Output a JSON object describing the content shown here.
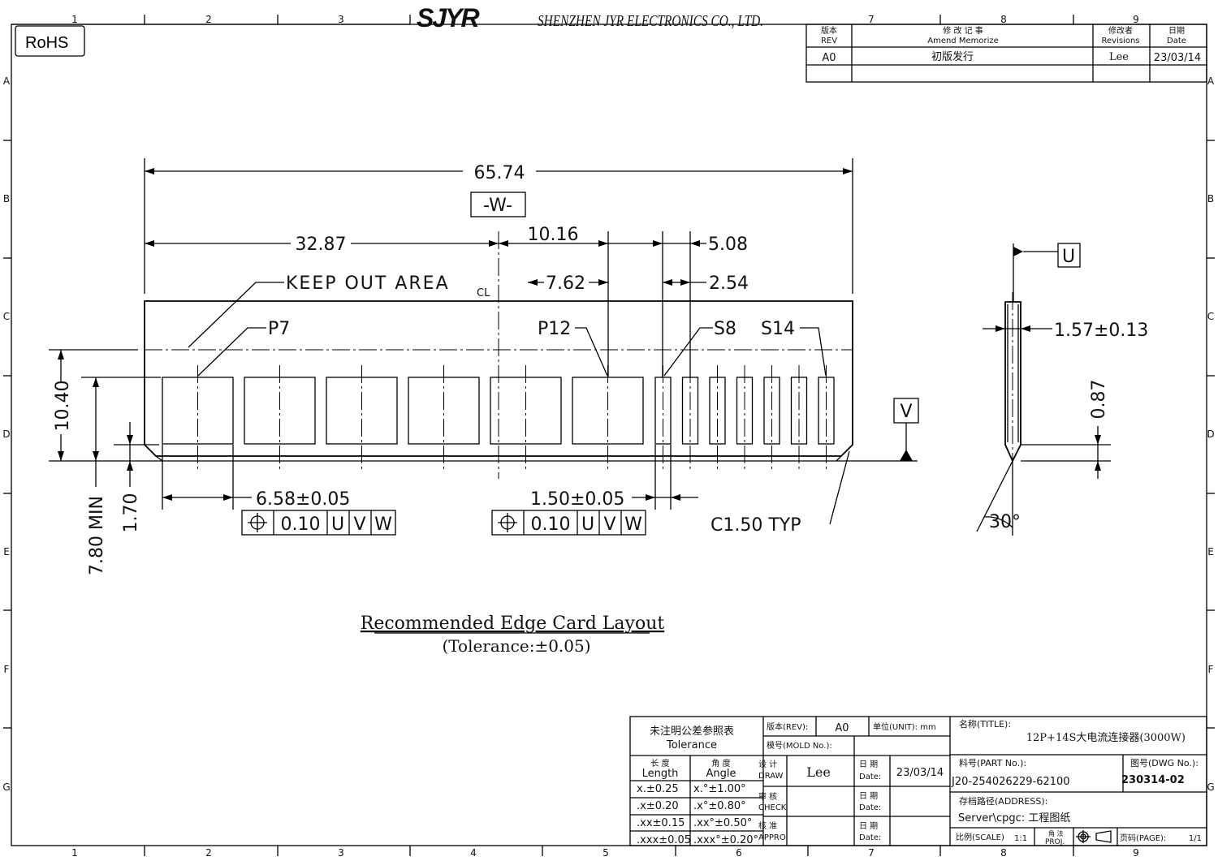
{
  "header": {
    "logo": "SJYR",
    "company": "SHENZHEN JYR ELECTRONICS CO., LTD.",
    "rohs": "RoHS"
  },
  "zones": {
    "columns": [
      "1",
      "2",
      "3",
      "4",
      "5",
      "6",
      "7",
      "8",
      "9"
    ],
    "rows": [
      "A",
      "B",
      "C",
      "D",
      "E",
      "F",
      "G"
    ]
  },
  "revision_table": {
    "headers": {
      "rev_cn": "版本",
      "rev_en": "REV",
      "memo_cn": "修 改 记 事",
      "memo_en": "Amend Memorize",
      "by_cn": "修改者",
      "by_en": "Revisions",
      "date_cn": "日期",
      "date_en": "Date"
    },
    "rows": [
      {
        "rev": "A0",
        "memo": "初版发行",
        "by": "Lee",
        "date": "23/03/14"
      }
    ]
  },
  "drawing": {
    "dims": {
      "overall": "65.74",
      "datum_w": "-W-",
      "half": "32.87",
      "d1016": "10.16",
      "d508": "5.08",
      "d762": "7.62",
      "d254": "2.54",
      "d1040": "10.40",
      "d780": "7.80 MIN",
      "d170": "1.70",
      "pad_width": "6.58±0.05",
      "sig_width": "1.50±0.05",
      "chamfer": "C1.50 TYP",
      "thickness": "1.57±0.13",
      "d087": "0.87",
      "angle": "30°"
    },
    "labels": {
      "keepout": "KEEP OUT AREA",
      "centerline": "CL",
      "p7": "P7",
      "p12": "P12",
      "s8": "S8",
      "s14": "S14",
      "datum_u": "U",
      "datum_v": "V"
    },
    "fcf": [
      {
        "tol": "0.10",
        "d1": "U",
        "d2": "V",
        "d3": "W"
      },
      {
        "tol": "0.10",
        "d1": "U",
        "d2": "V",
        "d3": "W"
      }
    ],
    "caption": "Recommended Edge Card Layout",
    "caption_tol": "(Tolerance:±0.05)"
  },
  "title_block": {
    "tol_title_cn": "未注明公差参照表",
    "tol_title_en": "Tolerance",
    "length_cn": "长 度",
    "length_en": "Length",
    "angle_cn": "角 度",
    "angle_en": "Angle",
    "tolerances": [
      {
        "len": "x.±0.25",
        "ang": "x.°±1.00°"
      },
      {
        ".len": "",
        "len": ".x±0.20",
        "ang": ".x°±0.80°"
      },
      {
        "len": ".xx±0.15",
        "ang": ".xx°±0.50°"
      },
      {
        "len": ".xxx±0.05",
        "ang": ".xxx°±0.20°"
      }
    ],
    "rev_label": "版本(REV):",
    "rev": "A0",
    "unit_label": "单位(UNIT): mm",
    "mold_label": "模号(MOLD No.):",
    "draw_cn": "设 计",
    "draw_en": "DRAW",
    "draw_by": "Lee",
    "check_cn": "审 核",
    "check_en": "CHECK",
    "appro_cn": "核 准",
    "appro_en": "APPRO",
    "date_cn": "日 期",
    "date_en": "Date:",
    "draw_date": "23/03/14",
    "title_label": "名称(TITLE):",
    "title": "12P+14S大电流连接器(3000W)",
    "part_label": "料号(PART No.):",
    "part": "J20-254026229-62100",
    "dwg_label": "图号(DWG No.):",
    "dwg": "230314-02",
    "address_label": "存档路径(ADDRESS):",
    "address": "Server\\cpgc: 工程图纸",
    "scale_label": "比例(SCALE)",
    "scale": "1:1",
    "proj_cn": "角 法",
    "proj_en": "PROJ.",
    "page_label": "页码(PAGE):",
    "page": "1/1"
  }
}
